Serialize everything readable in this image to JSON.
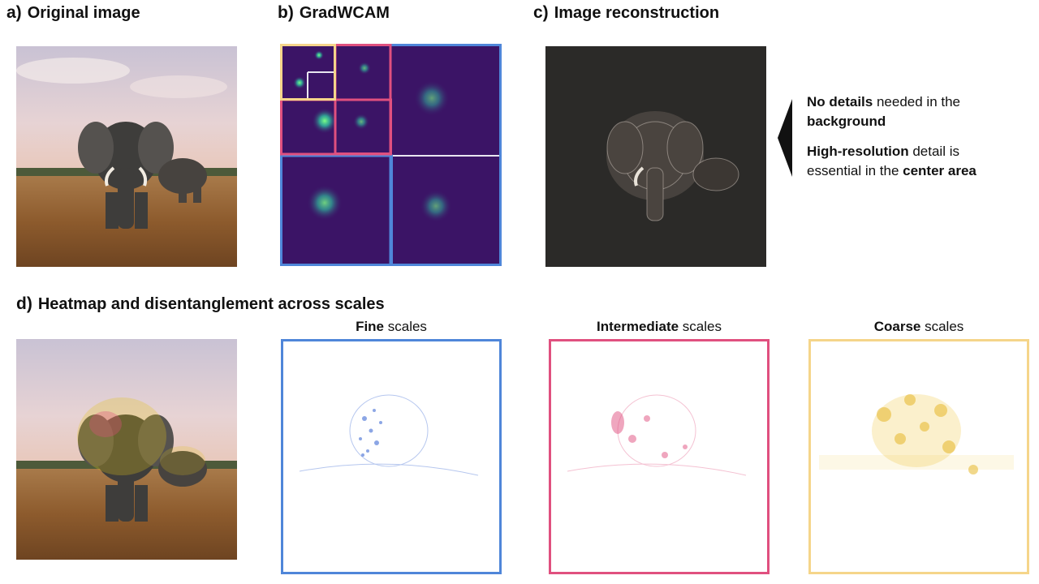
{
  "panels": {
    "a": {
      "letter": "a)",
      "title": "Original image"
    },
    "b": {
      "letter": "b)",
      "title": "GradWCAM"
    },
    "c": {
      "letter": "c)",
      "title": "Image reconstruction"
    },
    "d": {
      "letter": "d)",
      "title": "Heatmap and disentanglement across scales"
    }
  },
  "annotation": {
    "line1_bold": "No details",
    "line1_rest": " needed in the",
    "line2_bold": "background",
    "line3_bold": "High-resolution",
    "line3_rest": " detail is",
    "line4_rest": "essential in the ",
    "line4_bold": "center area"
  },
  "scales": {
    "fine": {
      "bold": "Fine",
      "rest": " scales",
      "color": "#4f86d9"
    },
    "intermediate": {
      "bold": "Intermediate",
      "rest": " scales",
      "color": "#e0507f"
    },
    "coarse": {
      "bold": "Coarse",
      "rest": " scales",
      "color": "#f5d58a"
    }
  },
  "colors": {
    "viridis_bg": "#3b1466",
    "reconstruction_bg": "#2b2a28",
    "text": "#111111"
  }
}
